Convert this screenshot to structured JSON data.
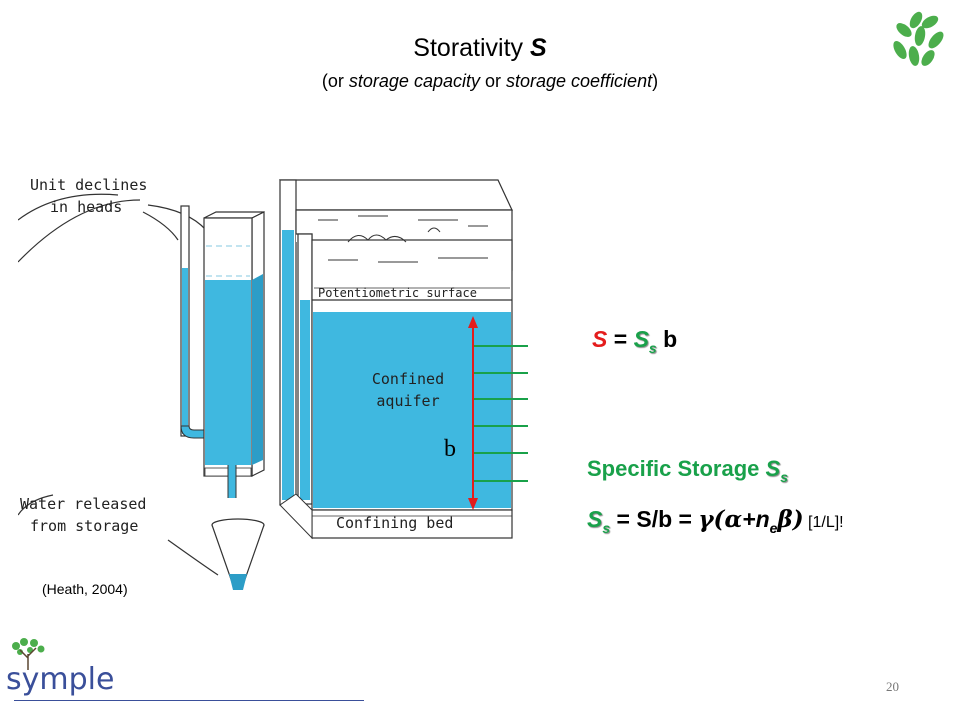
{
  "slide": {
    "title_prefix": "Storativity",
    "title_symbol": "S",
    "subtitle_open": "(or ",
    "subtitle_term1": "storage capacity",
    "subtitle_or": " or ",
    "subtitle_term2": "storage coefficient",
    "subtitle_close": ")",
    "page_number": "20",
    "citation": "(Heath, 2004)"
  },
  "diagram": {
    "label_unit_declines_1": "Unit declines",
    "label_unit_declines_2": "in heads",
    "label_water_released_1": "Water released",
    "label_water_released_2": "from storage",
    "label_potentiometric": "Potentiometric surface",
    "label_confined_1": "Confined",
    "label_confined_2": "aquifer",
    "label_confining_bed": "Confining bed",
    "label_b": "b"
  },
  "equations": {
    "eq1_S": "S",
    "eq1_equals": " = ",
    "eq1_Ss": "S",
    "eq1_Ss_sub": "s",
    "eq1_b": " b",
    "ss_heading": "Specific Storage ",
    "ss_heading_sym": "S",
    "ss_heading_sub": "s",
    "eq2_Ss": "S",
    "eq2_Ss_sub": "s",
    "eq2_mid": " = S/b = ",
    "eq2_gamma": "γ(",
    "eq2_alpha": "α",
    "eq2_plus_n": "+n",
    "eq2_n_sub": "e",
    "eq2_beta": "β",
    "eq2_close": ")",
    "eq2_units": " [1/L]!"
  },
  "logo": {
    "text": "symple"
  },
  "colors": {
    "water": "#3fb8e0",
    "red": "#e41c1c",
    "green": "#19a14a",
    "logo_blue": "#3a4f9a",
    "leaf_green": "#4cae4c"
  },
  "icons": [
    "leaf-cluster-icon",
    "tree-logo-icon"
  ]
}
